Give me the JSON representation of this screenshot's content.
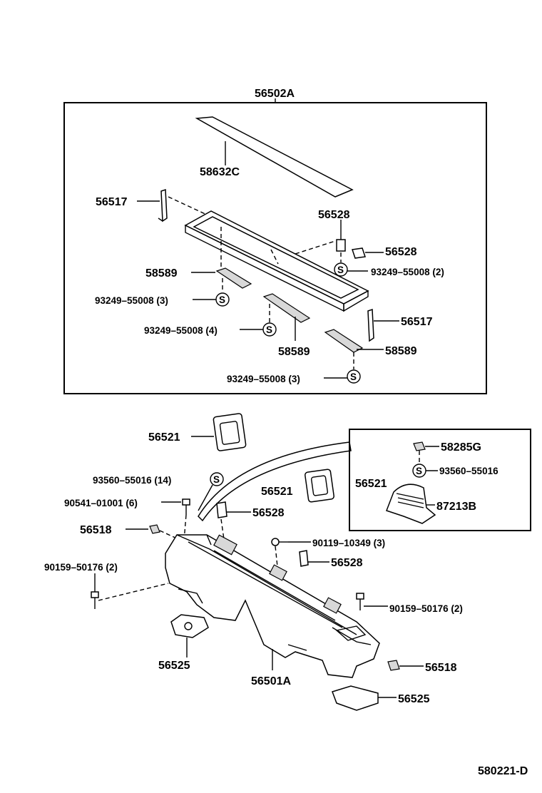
{
  "diagram_id": "580221-D",
  "assembly_upper": "56502A",
  "assembly_lower": "56501A",
  "symbol_s": "S",
  "labels": {
    "p58632C": "58632C",
    "p56517_left": "56517",
    "p56517_right": "56517",
    "p56528_top": "56528",
    "p56528_right": "56528",
    "p93249_2": "93249–55008 (2)",
    "p58589_left": "58589",
    "p93249_3a": "93249–55008 (3)",
    "p93249_4": "93249–55008 (4)",
    "p58589_mid": "58589",
    "p58589_right": "58589",
    "p93249_3b": "93249–55008 (3)",
    "p56521_top": "56521",
    "p93560_14": "93560–55016 (14)",
    "p56521_mid": "56521",
    "p90541": "90541–01001 (6)",
    "p56528_lower_a": "56528",
    "p56518_left": "56518",
    "p90119": "90119–10349 (3)",
    "p56528_lower_b": "56528",
    "p90159_left": "90159–50176 (2)",
    "p90159_right": "90159–50176 (2)",
    "p56525_left": "56525",
    "p56518_right": "56518",
    "p56525_right": "56525",
    "inset_58285G": "58285G",
    "inset_93560": "93560–55016",
    "inset_56521": "56521",
    "inset_87213B": "87213B"
  }
}
